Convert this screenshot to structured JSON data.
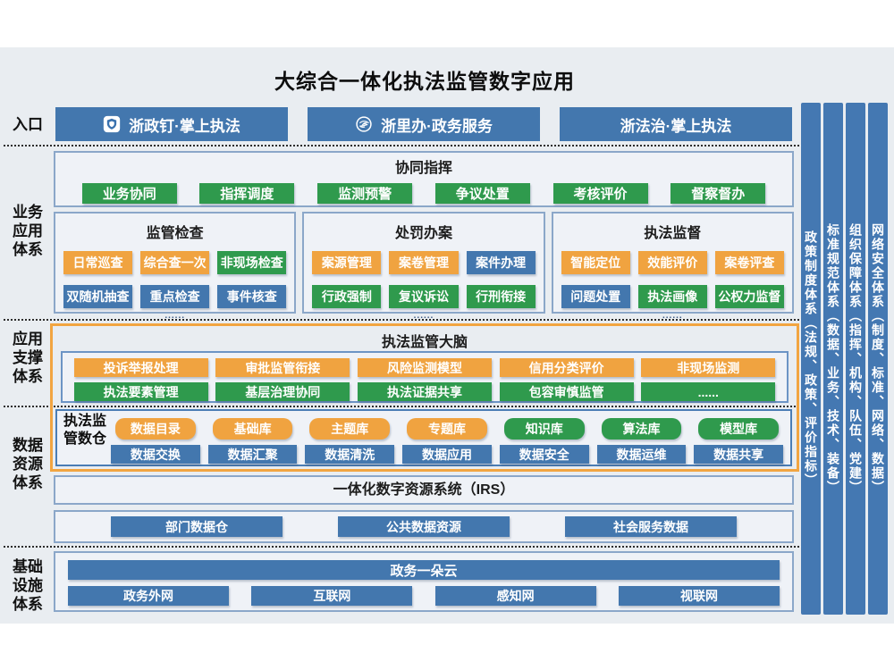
{
  "title": "大综合一体化执法监管数字应用",
  "palette": {
    "blue": "#4377AE",
    "green": "#2F9A4D",
    "orange": "#F0A340",
    "canvas_bg": "#E9EDF1",
    "panel_bg": "#EFF2F7",
    "panel_border": "#8BA7C9",
    "orange_border": "#F2A541",
    "brain_border": "#6C94C5",
    "warehouse_border": "#4A7DB5"
  },
  "sections": {
    "entry": "入口",
    "business": "业务应用体系",
    "support": "应用支撑体系",
    "data": "数据资源体系",
    "infra": "基础设施体系"
  },
  "entry": {
    "apps": [
      "浙政钉·掌上执法",
      "浙里办·政务服务",
      "浙法治·掌上执法"
    ],
    "icons": [
      "shield-badge-icon",
      "swirl-circle-icon",
      null
    ]
  },
  "business": {
    "collab": {
      "title": "协同指挥",
      "buttons": [
        "业务协同",
        "指挥调度",
        "监测预警",
        "争议处置",
        "考核评价",
        "督察督办"
      ]
    },
    "boxes": [
      {
        "title": "监管检查",
        "row1": [
          "日常巡查",
          "综合查一次",
          "非现场检查"
        ],
        "row2": [
          "双随机抽查",
          "重点检查",
          "事件核查"
        ],
        "more": "......"
      },
      {
        "title": "处罚办案",
        "row1": [
          "案源管理",
          "案卷管理",
          "案件办理"
        ],
        "row2": [
          "行政强制",
          "复议诉讼",
          "行刑衔接"
        ],
        "more": "......"
      },
      {
        "title": "执法监督",
        "row1": [
          "智能定位",
          "效能评价",
          "案卷评查"
        ],
        "row2": [
          "问题处置",
          "执法画像",
          "公权力监督"
        ],
        "more": "......"
      }
    ]
  },
  "support": {
    "brain": {
      "title": "执法监管大脑",
      "row1": [
        "投诉举报处理",
        "审批监管衔接",
        "风险监测模型",
        "信用分类评价",
        "非现场监测"
      ],
      "row2": [
        "执法要素管理",
        "基层治理协同",
        "执法证据共享",
        "包容审慎监管",
        "......"
      ]
    }
  },
  "data_resource": {
    "warehouse": {
      "label": "执法监管数仓",
      "top": [
        "数据目录",
        "基础库",
        "主题库",
        "专题库",
        "知识库",
        "算法库",
        "模型库"
      ],
      "bottom": [
        "数据交换",
        "数据汇聚",
        "数据清洗",
        "数据应用",
        "数据安全",
        "数据运维",
        "数据共享"
      ]
    },
    "irs_title": "一体化数字资源系统（IRS）",
    "sources": [
      "部门数据仓",
      "公共数据资源",
      "社会服务数据"
    ]
  },
  "infrastructure": {
    "cloud": "政务一朵云",
    "networks": [
      "政务外网",
      "互联网",
      "感知网",
      "视联网"
    ]
  },
  "right_columns": [
    "政策制度体系（法规、政策、评价指标）",
    "标准规范体系（数据、业务、技术、装备）",
    "组织保障体系（指挥、机构、队伍、党建）",
    "网络安全体系（制度、标准、网络、数据）"
  ]
}
